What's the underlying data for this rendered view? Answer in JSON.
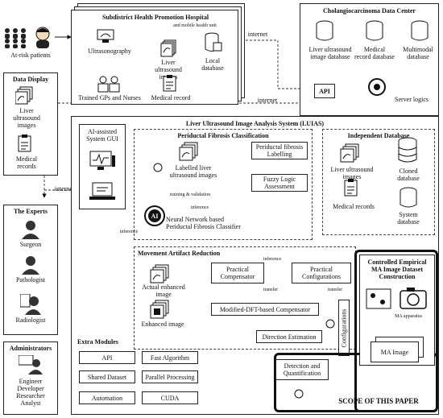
{
  "hospital": {
    "title": "Subdistrict Health Promotion Hospital",
    "ultrasonography": "Ultrasonography",
    "mobile_unit": "and mobile health unit",
    "liver_images": "Liver\nultrasound\nimages",
    "local_database": "Local\ndatabase",
    "trained_gps": "Trained GPs and Nurses",
    "medical_record": "Medical record"
  },
  "at_risk": "At-risk patients",
  "internet_labels": [
    "internet",
    "internet",
    "internet",
    "internet"
  ],
  "data_center": {
    "title": "Cholangiocarcinoma Data Center",
    "liver_db": "Liver ultrasound\nimage database",
    "medical_db": "Medical\nrecord database",
    "multimodal_db": "Multimodal\ndatabase",
    "server_logics": "Server logics",
    "api": "API"
  },
  "data_display": {
    "title": "Data Display",
    "liver_images": "Liver\nultrasound\nimages",
    "medical_records": "Medical\nrecords"
  },
  "experts": {
    "title": "The Experts",
    "surgeon": "Surgeon",
    "pathologist": "Pathologist",
    "radiologist": "Radiologist"
  },
  "administrators": {
    "title": "Administrators",
    "roles": "Engineer\nDeveloper\nResearcher\nAnalyst"
  },
  "luias": {
    "title": "Liver Ultrasound Image Analysis System (LUIAS)",
    "gui": "AI-assisted\nSystem GUI",
    "pfc_title": "Periductal Fibrosis Classification",
    "labelled_images": "Labelled liver\nultrasound images",
    "pf_labelling": "Periductal fibrosis\nLabelling",
    "fuzzy": "Fuzzy Logic\nAssessment",
    "training": "training  &  validation",
    "inference": "inference",
    "nn_label": "Neural Network based\nPeriductal Fibrosis Classifier",
    "ai": "AI",
    "independent_db": "Independent Database",
    "ind_liver": "Liver ultrasound\nimages",
    "ind_medical": "Medical records",
    "cloned_db": "Cloned\ndatabase",
    "system_db": "System\ndatabase",
    "mar_title": "Movement Artifact Reduction",
    "practical_comp": "Practical\nCompensator",
    "practical_config": "Practical\nConfigurations",
    "actual_enhanced": "Actual enhanced\nimage",
    "enhanced": "Enhanced image",
    "dft_comp": "Modified-DFT-based Compensator",
    "direction": "Direction Estimation",
    "detection": "Detection and\nQuantification",
    "configurations": "Configurations",
    "transfer": "transfer",
    "controlled_title": "Controlled Empirical\nMA Image Dataset\nConstruction",
    "ma_apparatus": "MA apparatus",
    "ma_image": "MA Image",
    "scope": "SCOPE OF THIS PAPER"
  },
  "extra_modules": {
    "title": "Extra Modules",
    "items": [
      "API",
      "Fast Algorithm",
      "Shared Dataset",
      "Parallel Processing",
      "Automation",
      "CUDA"
    ]
  }
}
